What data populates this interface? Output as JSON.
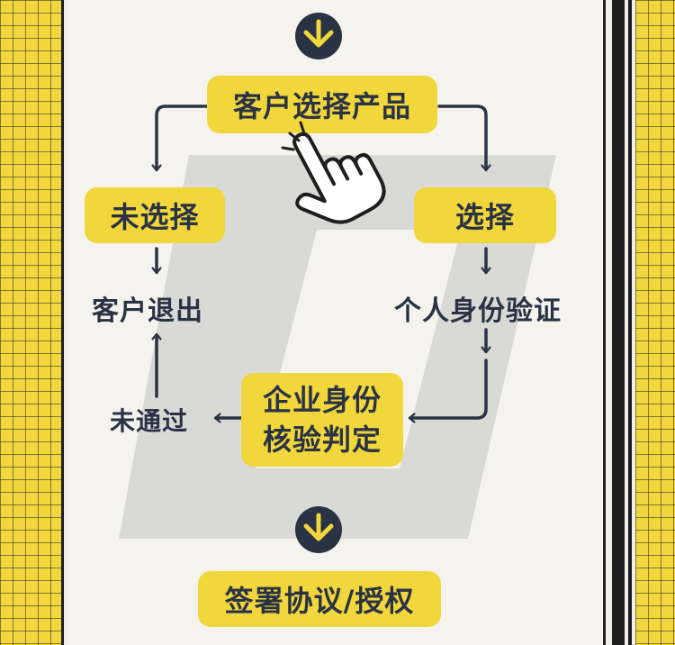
{
  "flow": {
    "start_box": "客户选择产品",
    "left_branch_box": "未选择",
    "right_branch_box": "选择",
    "left_outcome": "客户退出",
    "right_step": "个人身份验证",
    "decision_box": {
      "line1": "企业身份",
      "line2": "核验判定"
    },
    "fail_label": "未通过",
    "end_box": "签署协议/授权"
  },
  "colors": {
    "accent_yellow": "#f1d63c",
    "ink_navy": "#2a3344",
    "background": "#f4f3ee"
  },
  "icons": [
    "arrow-down-circle-icon",
    "pointing-hand-icon"
  ]
}
